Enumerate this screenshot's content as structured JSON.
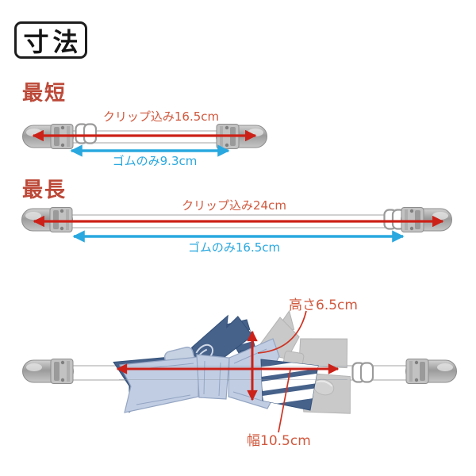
{
  "page": {
    "background": "#ffffff"
  },
  "title": {
    "label": "寸法"
  },
  "colors": {
    "heading_red": "#bc4837",
    "label_red": "#d0593e",
    "arrow_red": "#cc2118",
    "arrow_blue": "#29a8df",
    "label_blue": "#29a8df",
    "bow_navy": "#46618a",
    "bow_light_blue": "#c1cde3",
    "bow_gray": "#c9c9c9",
    "clip_gray": "#b5b5b5"
  },
  "sections": [
    {
      "id": "shortest",
      "heading": "最短",
      "with_clips_label": "クリップ込み16.5cm",
      "with_clips_cm": 16.5,
      "elastic_only_label": "ゴムのみ9.3cm",
      "elastic_only_cm": 9.3
    },
    {
      "id": "longest",
      "heading": "最長",
      "with_clips_label": "クリップ込み24cm",
      "with_clips_cm": 24,
      "elastic_only_label": "ゴムのみ16.5cm",
      "elastic_only_cm": 16.5
    }
  ],
  "bowtie": {
    "height_label": "高さ6.5cm",
    "height_cm": 6.5,
    "width_label": "幅10.5cm",
    "width_cm": 10.5
  }
}
